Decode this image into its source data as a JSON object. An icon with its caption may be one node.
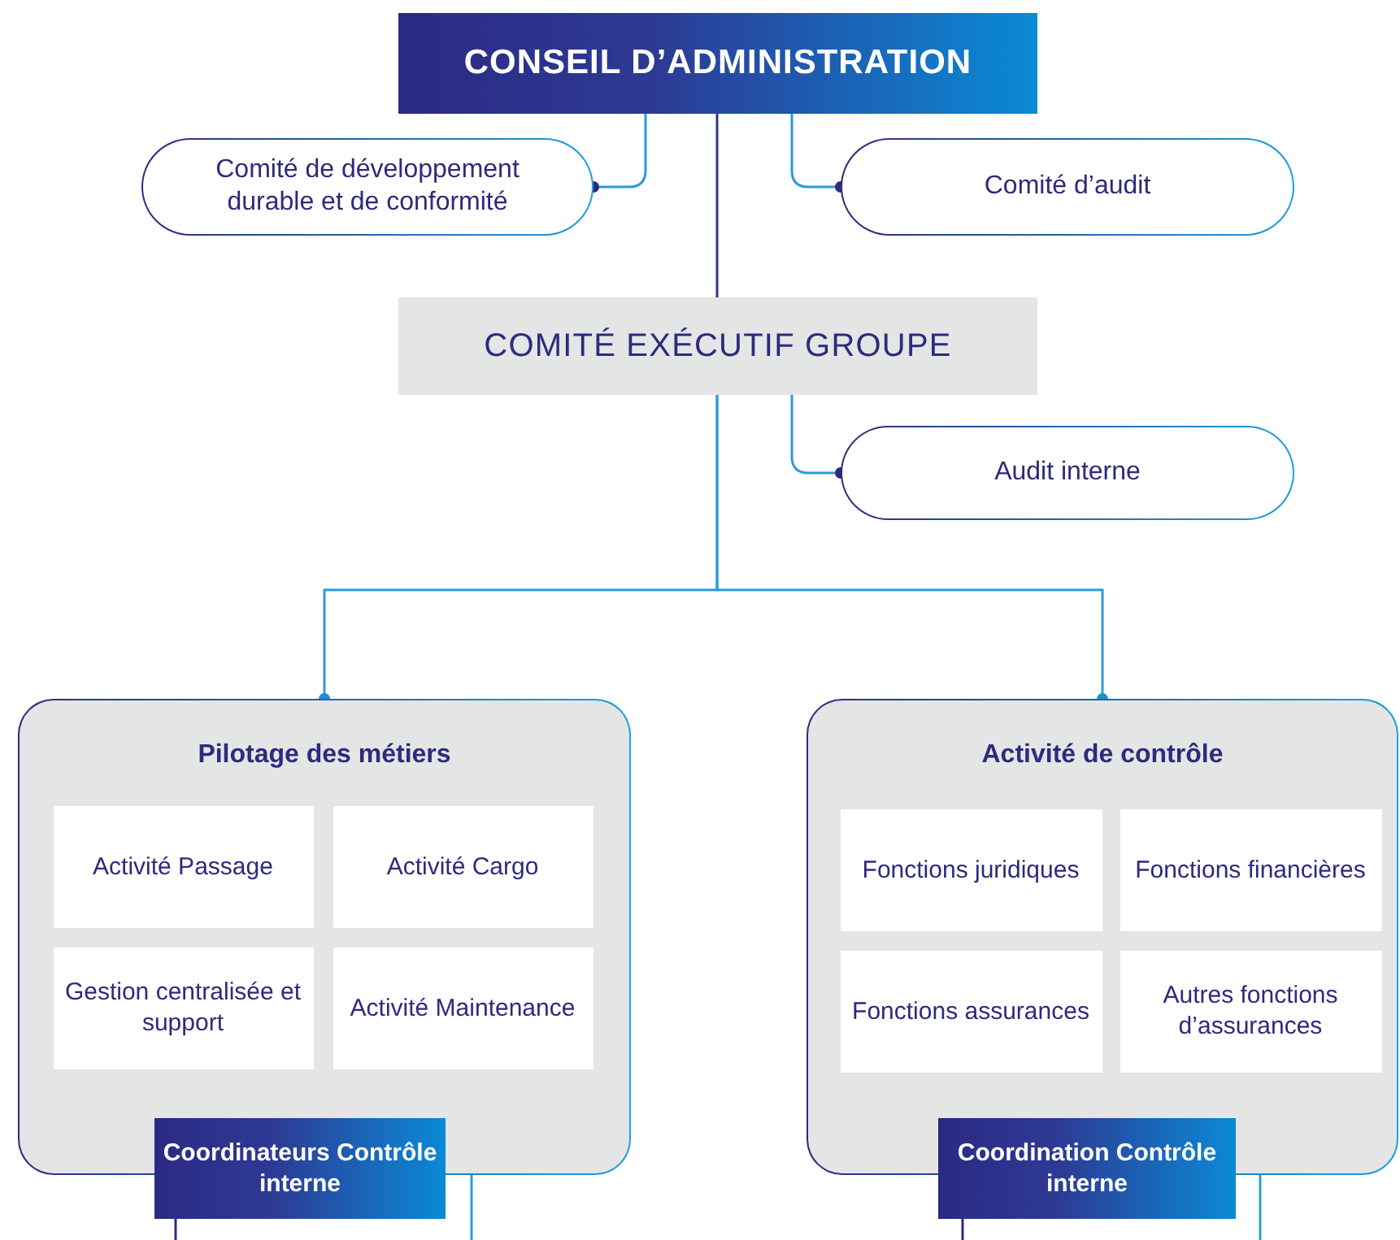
{
  "diagram": {
    "nodes": [
      {
        "text": [
          "CONSEIL D’ADMINISTRATION"
        ]
      },
      {
        "text": [
          "Comité de développement durable et de conformité"
        ]
      },
      {
        "text": [
          "Comité d’audit"
        ]
      },
      {
        "text": [
          "COMITÉ EXÉCUTIF GROUPE"
        ]
      },
      {
        "text": [
          "Audit interne"
        ]
      },
      {
        "text": [
          "Pilotage des métiers"
        ]
      },
      {
        "text": [
          "Activité Passage"
        ],
        "in": 5
      },
      {
        "text": [
          "Activité Cargo"
        ],
        "in": 5
      },
      {
        "text": [
          "Gestion centralisée et support"
        ],
        "in": 5
      },
      {
        "text": [
          "Activité Maintenance"
        ],
        "in": 5
      },
      {
        "text": [
          "Coordinateurs Contrôle interne"
        ]
      },
      {
        "text": [
          "Activité de contrôle"
        ]
      },
      {
        "text": [
          "Fonctions juridiques"
        ],
        "in": 11
      },
      {
        "text": [
          "Fonctions financières"
        ],
        "in": 11
      },
      {
        "text": [
          "Fonctions assurances"
        ],
        "in": 11
      },
      {
        "text": [
          "Autres fonctions d’assurances"
        ],
        "in": 11
      },
      {
        "text": [
          "Coordination Contrôle interne"
        ]
      }
    ],
    "edges": [
      {
        "from": 0,
        "to": 1,
        "arrow": "other"
      },
      {
        "from": 0,
        "to": 2,
        "arrow": "other"
      },
      {
        "from": 0,
        "to": 3,
        "arrow": "none",
        "color": "#34348a"
      },
      {
        "from": 3,
        "to": 4,
        "arrow": "other"
      },
      {
        "from": 3,
        "to": 5,
        "arrow": "other"
      },
      {
        "from": 3,
        "to": 11,
        "arrow": "other"
      }
    ]
  }
}
